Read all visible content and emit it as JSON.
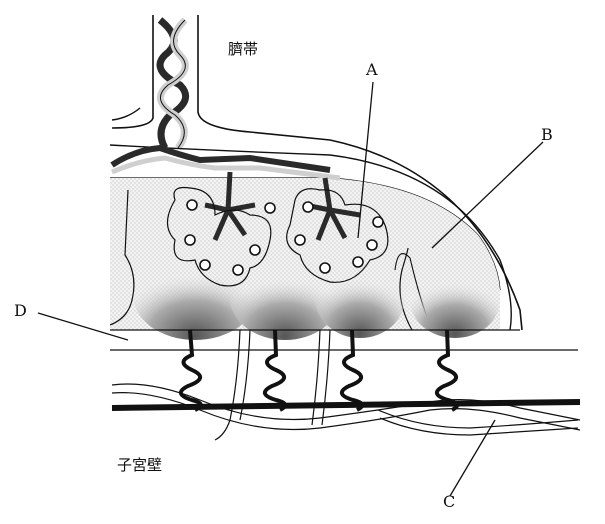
{
  "labels": {
    "umbilical_cord": "臍帯",
    "uterine_wall": "子宮壁",
    "a": "A",
    "b": "B",
    "c": "C",
    "d": "D"
  },
  "colors": {
    "line": "#111111",
    "placenta_fill": "#e9e9e9",
    "vessel_light": "#cfcfcf",
    "vessel_dark": "#2a2a2a"
  }
}
